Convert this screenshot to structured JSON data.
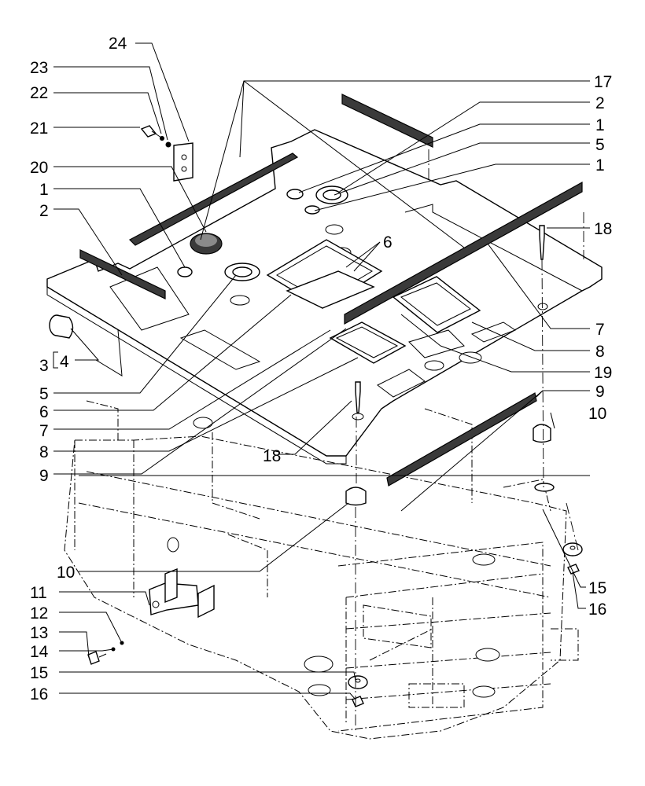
{
  "callouts": [
    {
      "id": "c24a",
      "label": "24"
    },
    {
      "id": "c23",
      "label": "23"
    },
    {
      "id": "c22",
      "label": "22"
    },
    {
      "id": "c21",
      "label": "21"
    },
    {
      "id": "c20",
      "label": "20"
    },
    {
      "id": "c1a",
      "label": "1"
    },
    {
      "id": "c2a",
      "label": "2"
    },
    {
      "id": "c4",
      "label": "4"
    },
    {
      "id": "c3",
      "label": "3"
    },
    {
      "id": "c5a",
      "label": "5"
    },
    {
      "id": "c6a",
      "label": "6"
    },
    {
      "id": "c7a",
      "label": "7"
    },
    {
      "id": "c8a",
      "label": "8"
    },
    {
      "id": "c9a",
      "label": "9"
    },
    {
      "id": "c17",
      "label": "17"
    },
    {
      "id": "c2b",
      "label": "2"
    },
    {
      "id": "c1b",
      "label": "1"
    },
    {
      "id": "c5b",
      "label": "5"
    },
    {
      "id": "c1c",
      "label": "1"
    },
    {
      "id": "c6b",
      "label": "6"
    },
    {
      "id": "c18a",
      "label": "18"
    },
    {
      "id": "c7b",
      "label": "7"
    },
    {
      "id": "c8b",
      "label": "8"
    },
    {
      "id": "c19",
      "label": "19"
    },
    {
      "id": "c9b",
      "label": "9"
    },
    {
      "id": "c10a",
      "label": "10"
    },
    {
      "id": "c18b",
      "label": "18"
    },
    {
      "id": "c10b",
      "label": "10"
    },
    {
      "id": "c11",
      "label": "11"
    },
    {
      "id": "c12",
      "label": "12"
    },
    {
      "id": "c13",
      "label": "13"
    },
    {
      "id": "c14",
      "label": "14"
    },
    {
      "id": "c15a",
      "label": "15"
    },
    {
      "id": "c16a",
      "label": "16"
    },
    {
      "id": "c15b",
      "label": "15"
    },
    {
      "id": "c16b",
      "label": "16"
    }
  ]
}
